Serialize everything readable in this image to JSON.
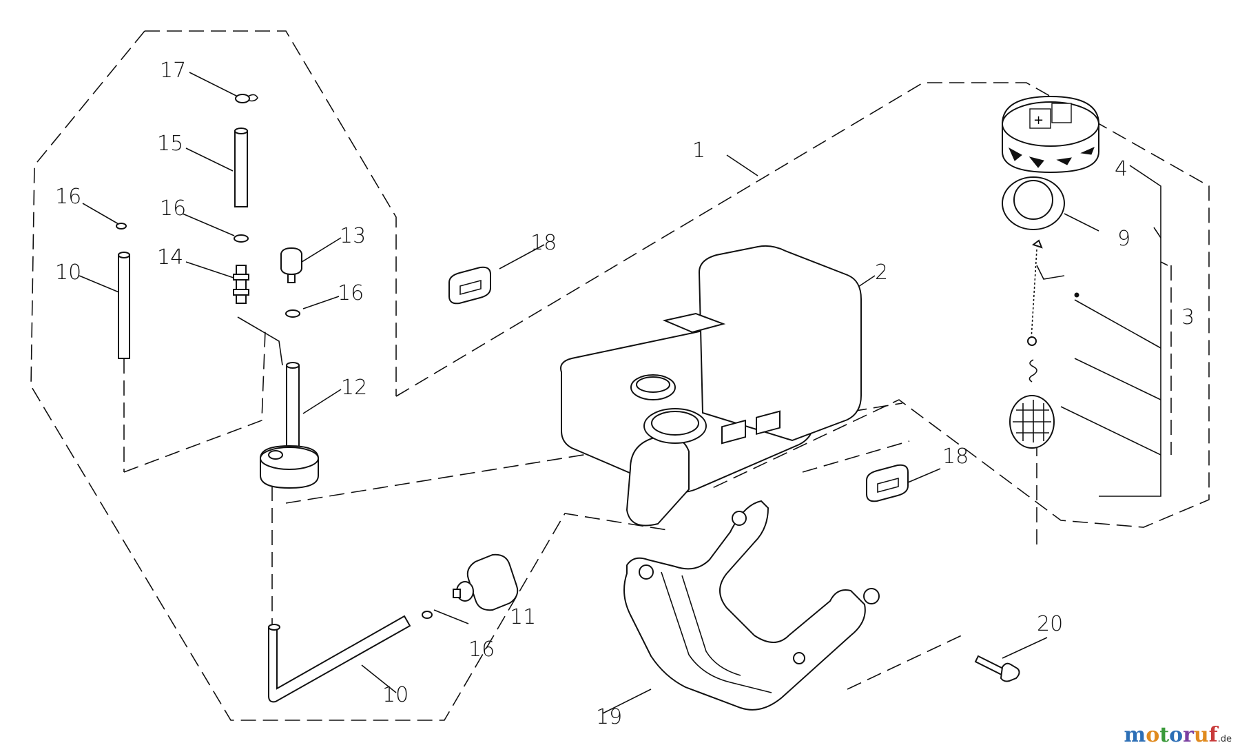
{
  "diagram": {
    "labels": {
      "p1": "1",
      "p2": "2",
      "p3": "3",
      "p4": "4",
      "p9": "9",
      "p10a": "10",
      "p10b": "10",
      "p11": "11",
      "p12": "12",
      "p13": "13",
      "p14": "14",
      "p15": "15",
      "p16a": "16",
      "p16b": "16",
      "p16c": "16",
      "p16d": "16",
      "p17": "17",
      "p18a": "18",
      "p18b": "18",
      "p19": "19",
      "p20": "20"
    }
  },
  "watermark": {
    "letters": [
      "m",
      "o",
      "t",
      "o",
      "r",
      "u",
      "f"
    ],
    "tld": ".de"
  }
}
